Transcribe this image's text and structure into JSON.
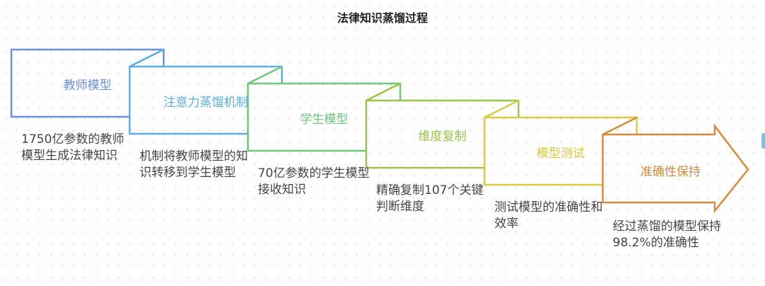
{
  "title": "法律知识蒸馏过程",
  "steps": [
    {
      "label": "教师模型",
      "desc": "1750亿参数的教师模型生成法律知识",
      "color": "#6a8fe0"
    },
    {
      "label": "注意力蒸馏机制",
      "desc": "机制将教师模型的知识转移到学生模型",
      "color": "#5aaee0"
    },
    {
      "label": "学生模型",
      "desc": "70亿参数的学生模型接收知识",
      "color": "#6cc77a"
    },
    {
      "label": "维度复制",
      "desc": "精确复制107个关键判断维度",
      "color": "#9cc24a"
    },
    {
      "label": "模型测试",
      "desc": "测试模型的准确性和效率",
      "color": "#d9c93f"
    },
    {
      "label": "准确性保持",
      "desc": "经过蒸馏的模型保持98.2%的准确性",
      "color": "#d48a3a"
    }
  ]
}
